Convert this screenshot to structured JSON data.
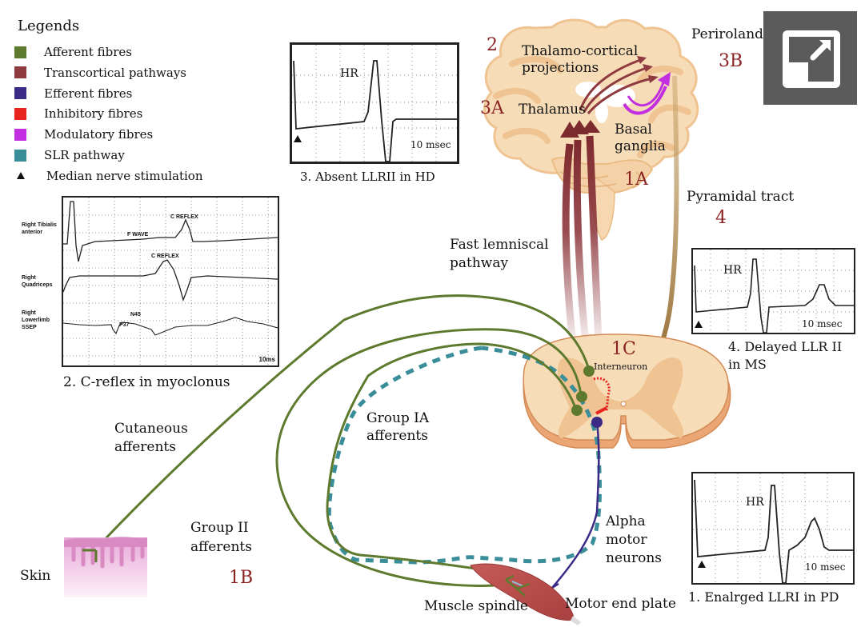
{
  "legend": {
    "title": "Legends",
    "items": [
      {
        "label": "Afferent fibres",
        "color": "#5e7a2e",
        "kind": "swatch"
      },
      {
        "label": "Transcortical pathways",
        "color": "#8e3a3f",
        "kind": "swatch"
      },
      {
        "label": "Efferent fibres",
        "color": "#3b2b87",
        "kind": "swatch"
      },
      {
        "label": "Inhibitory fibres",
        "color": "#e8241f",
        "kind": "swatch"
      },
      {
        "label": "Modulatory fibres",
        "color": "#c12fe0",
        "kind": "swatch"
      },
      {
        "label": "SLR pathway",
        "color": "#3a8e99",
        "kind": "swatch"
      },
      {
        "label": "Median nerve stimulation",
        "color": "#111111",
        "kind": "triangle"
      }
    ]
  },
  "colors": {
    "afferent": "#5e7a2e",
    "transcortical": "#8e3a3f",
    "efferent": "#3b2b87",
    "inhibitory": "#e8241f",
    "modulatory": "#c12fe0",
    "slr": "#3a8e99",
    "pyramidal": "#8a6023",
    "tissue": "#f7dcb8",
    "tissue_dark": "#efc492",
    "label_number": "#8b2323"
  },
  "panels": {
    "c_reflex": {
      "caption": "2. C-reflex in myoclonus",
      "rows": [
        {
          "label": "Right Tibialis anterior"
        },
        {
          "label": "Right Quadriceps"
        },
        {
          "label": "Right Lowerlimb SSEP"
        }
      ],
      "annotations": {
        "c_reflex_1": "C REFLEX",
        "f_wave": "F WAVE",
        "c_reflex_2": "C REFLEX",
        "n45": "N45",
        "p37": "P37"
      },
      "scale": "10ms"
    },
    "absent_llr": {
      "caption": "3. Absent LLRII in HD",
      "hr": "HR",
      "scale": "10 msec"
    },
    "delayed_llr": {
      "caption_line1": "4. Delayed LLR II",
      "caption_line2": "in MS",
      "hr": "HR",
      "scale": "10 msec"
    },
    "enlarged_llr": {
      "caption": "1. Enalrged LLRI in PD",
      "hr": "HR",
      "scale": "10 msec"
    }
  },
  "labels": {
    "thalamo_cortical_1": "Thalamo-cortical",
    "thalamo_cortical_2": "projections",
    "thalamus": "Thalamus",
    "basal_1": "Basal",
    "basal_2": "ganglia",
    "periroland": "Periroland",
    "pyramidal": "Pyramidal tract",
    "fast_lemniscal_1": "Fast lemniscal",
    "fast_lemniscal_2": "pathway",
    "interneuron": "Interneuron",
    "cutaneous_1": "Cutaneous",
    "cutaneous_2": "afferents",
    "group_ia_1": "Group IA",
    "group_ia_2": "afferents",
    "group_ii_1": "Group II",
    "group_ii_2": "afferents",
    "skin": "Skin",
    "alpha_1": "Alpha",
    "alpha_2": "motor",
    "alpha_3": "neurons",
    "muscle_spindle": "Muscle spindle",
    "motor_end_plate": "Motor end plate"
  },
  "numbers": {
    "n2": "2",
    "n3a": "3A",
    "n3b": "3B",
    "n1a": "1A",
    "n4": "4",
    "n1c": "1C",
    "n1b": "1B"
  },
  "expand_button": {
    "icon": "expand-icon"
  }
}
